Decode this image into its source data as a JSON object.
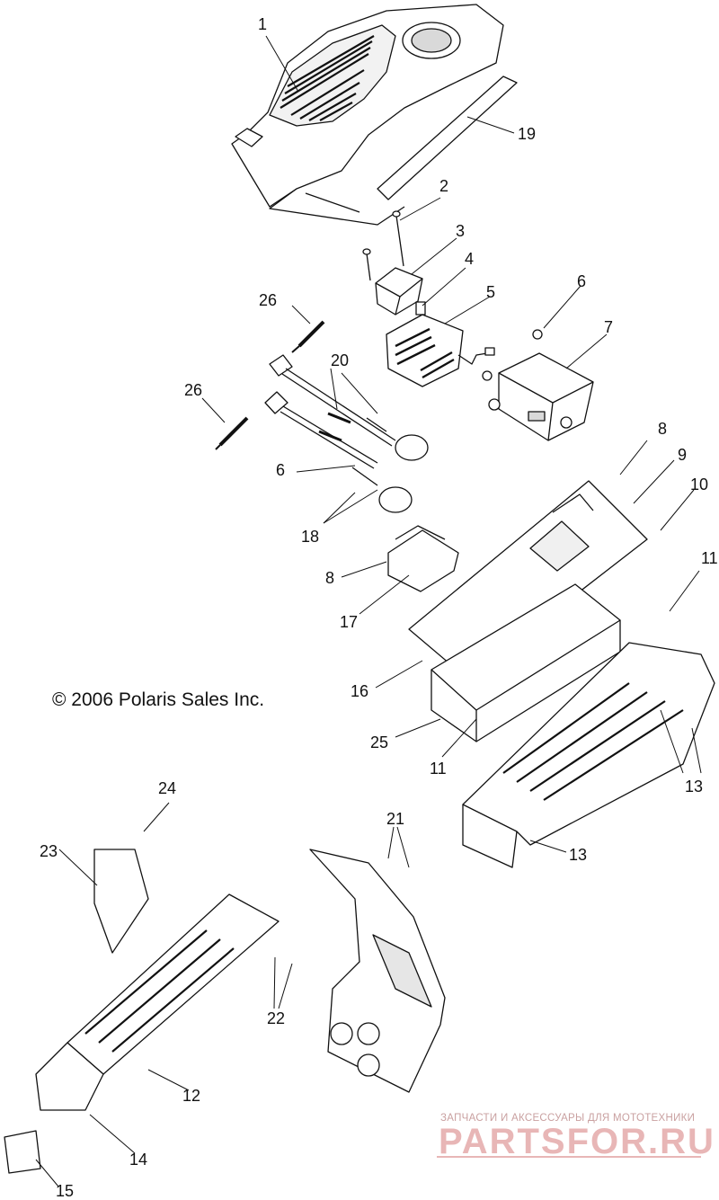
{
  "copyright": "© 2006 Polaris Sales Inc.",
  "watermark": {
    "tagline": "ЗАПЧАСТИ И АКСЕССУАРЫ ДЛЯ МОТОТЕХНИКИ",
    "brand": "PARTSFOR.RU"
  },
  "callouts": {
    "c1": "1",
    "c2": "2",
    "c3": "3",
    "c4": "4",
    "c5": "5",
    "c6a": "6",
    "c6b": "6",
    "c7": "7",
    "c8a": "8",
    "c8b": "8",
    "c9": "9",
    "c10": "10",
    "c11a": "11",
    "c11b": "11",
    "c12": "12",
    "c13a": "13",
    "c13b": "13",
    "c14": "14",
    "c15": "15",
    "c16": "16",
    "c17": "17",
    "c18": "18",
    "c19": "19",
    "c20": "20",
    "c21": "21",
    "c22": "22",
    "c23": "23",
    "c24": "24",
    "c25": "25",
    "c26a": "26",
    "c26b": "26"
  },
  "colors": {
    "ink": "#111111",
    "fill": "#ffffff",
    "shade": "#d9d9d9",
    "watermark": "#e8b6b6"
  }
}
